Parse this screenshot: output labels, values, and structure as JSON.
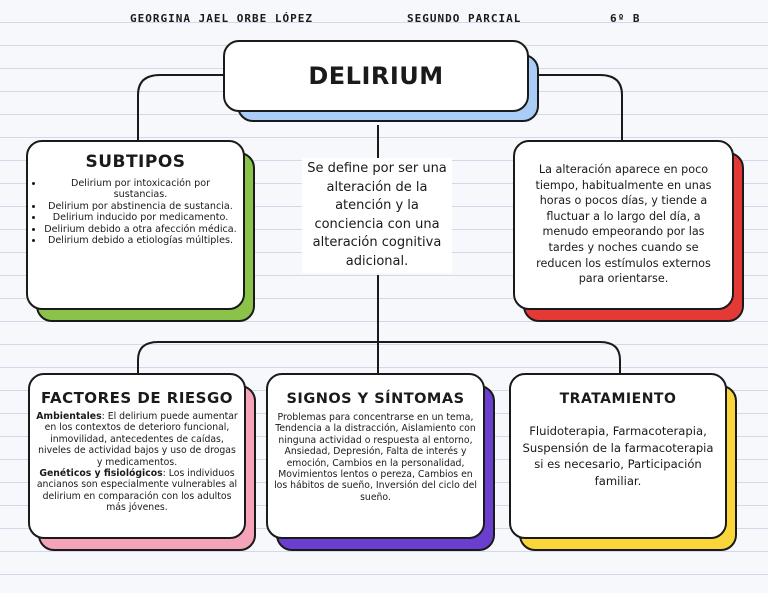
{
  "header": {
    "name": "GEORGINA JAEL ORBE LÓPEZ",
    "exam": "SEGUNDO PARCIAL",
    "group": "6º B"
  },
  "main_title": "DELIRIUM",
  "definition": "Se define por ser una alteración de la atención y la conciencia con una alteración cognitiva adicional.",
  "subtipos": {
    "title": "SUBTIPOS",
    "items": [
      "Delirium por intoxicación por sustancias.",
      "Delirium por abstinencia de sustancia.",
      "Delirium inducido por medicamento.",
      "Delirium debido a otra afección médica.",
      "Delirium debido a etiologías múltiples."
    ]
  },
  "alteracion": "La alteración aparece en poco tiempo, habitualmente en unas horas o pocos días, y tiende a fluctuar a lo largo del día, a menudo empeorando por las tardes y noches cuando se reducen los estímulos externos para orientarse.",
  "factores": {
    "title": "FACTORES DE RIESGO",
    "ambientales_label": "Ambientales",
    "ambientales_text": ": El delirium puede aumentar en los contextos de deterioro funcional, inmovilidad, antecedentes de caídas, niveles de actividad bajos y uso de drogas y medicamentos.",
    "geneticos_label": "Genéticos y fisiológicos",
    "geneticos_text": ": Los individuos ancianos son especialmente vulnerables al delirium en comparación con los adultos más jóvenes."
  },
  "signos": {
    "title": "SIGNOS Y SÍNTOMAS",
    "text": "Problemas para concentrarse en un tema, Tendencia a la distracción, Aislamiento con ninguna actividad o respuesta al entorno, Ansiedad, Depresión, Falta de interés y emoción, Cambios en la personalidad, Movimientos lentos o pereza, Cambios en los hábitos de sueño, Inversión del ciclo del sueño."
  },
  "tratamiento": {
    "title": "TRATAMIENTO",
    "text": "Fluidoterapia, Farmacoterapia, Suspensión de la farmacoterapia si es necesario, Participación familiar."
  },
  "colors": {
    "title_shadow": "#a9cdf7",
    "subtipos_shadow": "#8bc34a",
    "alteracion_shadow": "#e53935",
    "factores_shadow": "#f4a3b8",
    "signos_shadow": "#6a3fd0",
    "tratamiento_shadow": "#fbd63a",
    "line": "#1a1a1a"
  }
}
